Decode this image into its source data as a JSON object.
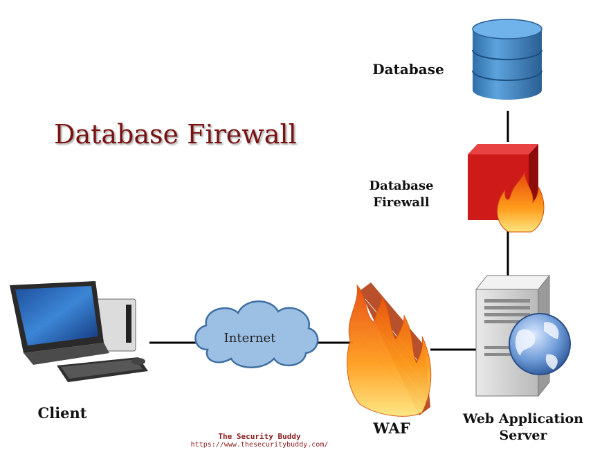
{
  "title": "Database Firewall",
  "nodes": {
    "database": "Database",
    "db_firewall_line1": "Database",
    "db_firewall_line2": "Firewall",
    "client": "Client",
    "internet": "Internet",
    "waf": "WAF",
    "web_server_line1": "Web Application",
    "web_server_line2": "Server"
  },
  "credit": {
    "name": "The Security Buddy",
    "url": "https://www.thesecuritybuddy.com/"
  },
  "colors": {
    "title": "#7a1212",
    "database": "#3d86c6",
    "firewall_box": "#d01c1c",
    "cloud": "#9cc0e4",
    "credit": "#8a1c1c"
  }
}
